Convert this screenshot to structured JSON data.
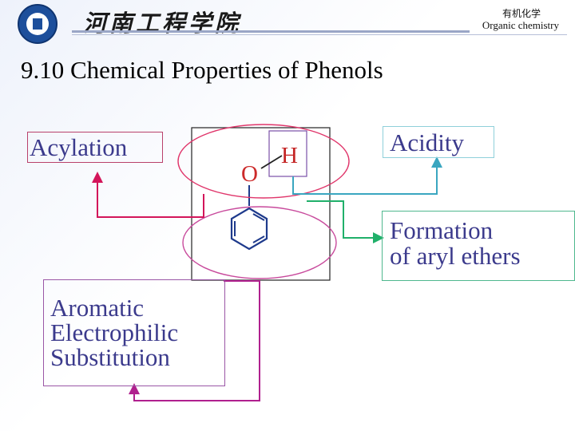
{
  "header": {
    "school_name": "河南工程学院",
    "course_cn": "有机化学",
    "course_en": "Organic chemistry"
  },
  "title": "9.10 Chemical Properties of Phenols",
  "labels": {
    "acylation": "Acylation",
    "acidity": "Acidity",
    "ethers_line1": "Formation",
    "ethers_line2": "of aryl ethers",
    "aromatic_line1": "Aromatic",
    "aromatic_line2": "Electrophilic",
    "aromatic_line3": "Substitution"
  },
  "molecule": {
    "atom_o": "O",
    "atom_h": "H"
  },
  "colors": {
    "acylation_arrow": "#d3155a",
    "acidity_arrow": "#3aa6c0",
    "ethers_arrow": "#20b06a",
    "aromatic_arrow": "#b0208e",
    "oh_ellipse": "#e0366b",
    "ring_ellipse": "#c84a9c",
    "ring_bonds": "#1e3a8c"
  }
}
